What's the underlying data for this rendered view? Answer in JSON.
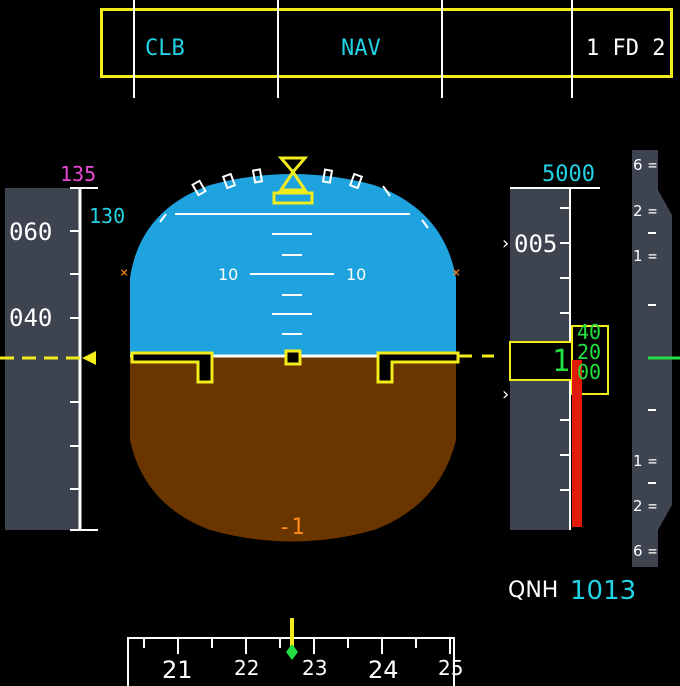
{
  "fma": {
    "vertical_mode": "CLB",
    "lateral_mode": "NAV",
    "fd_status": "1 FD 2"
  },
  "speed_tape": {
    "speed_target": "135",
    "speed_trend_label": "130",
    "scale_labels": [
      "060",
      "040"
    ]
  },
  "attitude": {
    "pitch_label_left": "10",
    "pitch_label_right": "10",
    "slip_value": "-1"
  },
  "altitude_tape": {
    "selected_altitude": "5000",
    "scale_label": "005",
    "current_digit": "1",
    "drum_digits": [
      "40",
      "20",
      "00"
    ]
  },
  "vsi": {
    "labels_top": [
      "6",
      "2",
      "1"
    ],
    "labels_bottom": [
      "1",
      "2",
      "6"
    ]
  },
  "baro": {
    "label": "QNH",
    "value": "1013"
  },
  "heading": {
    "labels": [
      "21",
      "22",
      "23",
      "24",
      "25"
    ]
  },
  "colors": {
    "sky": "#1fa3df",
    "ground": "#6b3500",
    "tape": "#3d4450",
    "fma_frame": "#f2ec1e",
    "symbol": "#f2ec1e"
  }
}
